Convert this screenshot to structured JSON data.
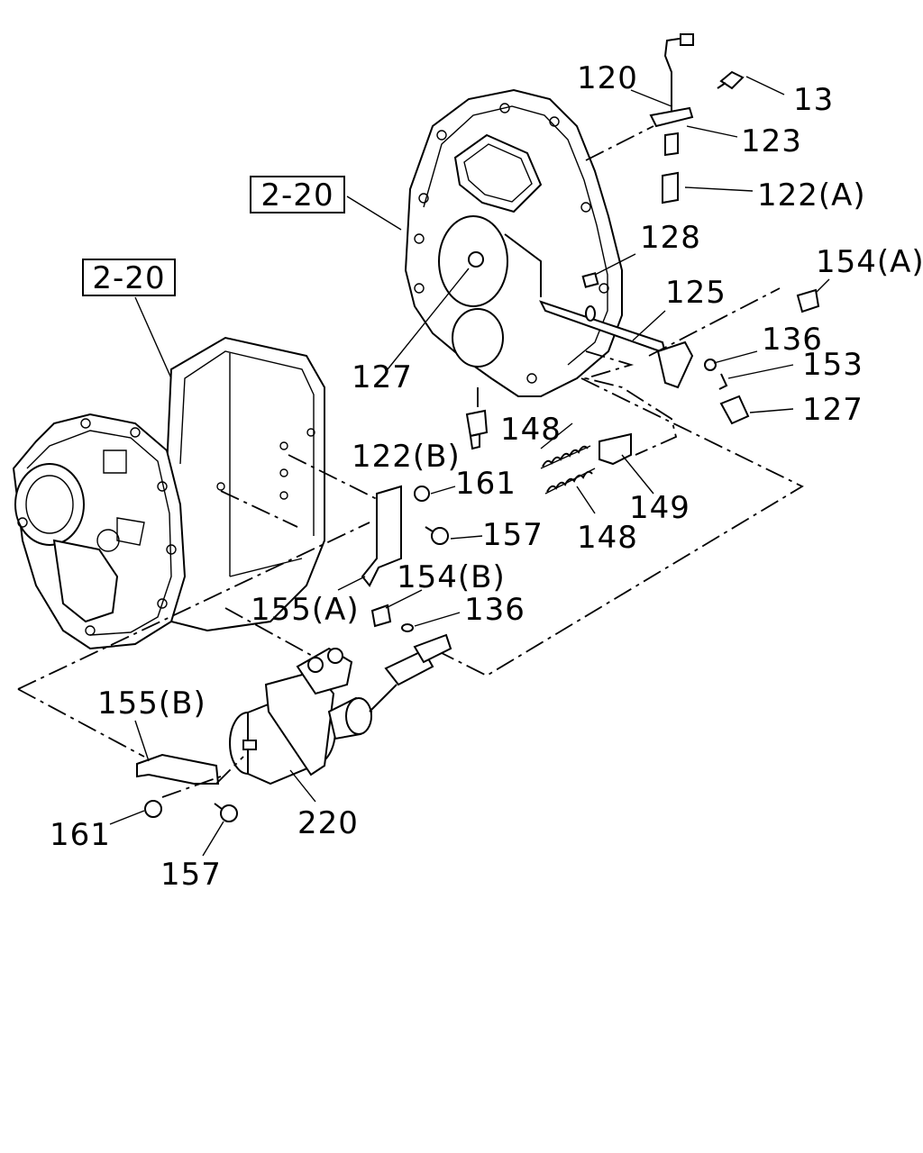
{
  "refs": {
    "ref_a": "2-20",
    "ref_b": "2-20"
  },
  "labels": {
    "p120": "120",
    "p13": "13",
    "p123": "123",
    "p122a": "122(A)",
    "p128": "128",
    "p154a": "154(A)",
    "p125": "125",
    "p136a": "136",
    "p153": "153",
    "p127a": "127",
    "p127b": "127",
    "p148a": "148",
    "p148b": "148",
    "p149": "149",
    "p122b": "122(B)",
    "p161a": "161",
    "p157a": "157",
    "p154b": "154(B)",
    "p136b": "136",
    "p155a": "155(A)",
    "p155b": "155(B)",
    "p161b": "161",
    "p157b": "157",
    "p220": "220"
  }
}
